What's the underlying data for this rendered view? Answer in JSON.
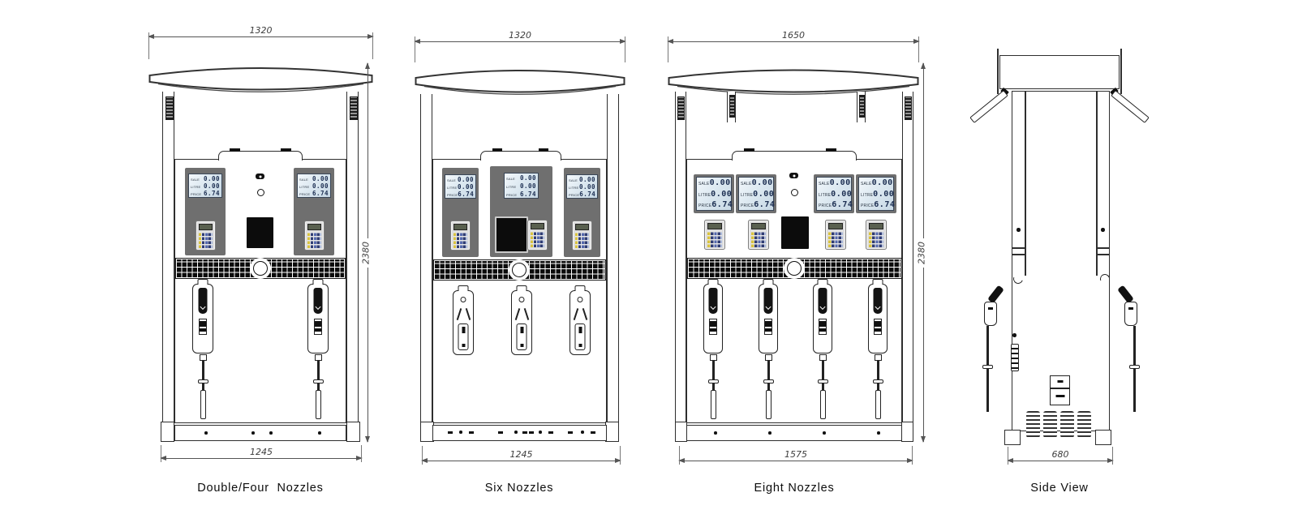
{
  "figure": {
    "background": "#ffffff",
    "captions": {
      "v1": "Double/Four  Nozzles",
      "v2": "Six Nozzles",
      "v3": "Eight Nozzles",
      "v4": "Side View"
    },
    "dimensions": {
      "v1_top": "1320",
      "v1_bottom": "1245",
      "v1_height": "2380",
      "v2_top": "1320",
      "v2_bottom": "1245",
      "v3_top": "1650",
      "v3_bottom": "1575",
      "v3_height": "2380",
      "v4_width": "680"
    },
    "lcd": {
      "rows": [
        {
          "label": "SALE",
          "value": "0.00"
        },
        {
          "label": "LITRE",
          "value": "0.00"
        },
        {
          "label": "PRICE",
          "value": "6.74"
        }
      ]
    },
    "colors": {
      "line": "#2e2e2e",
      "panel_gray": "#6f6f6f",
      "lcd_blue": "#dbe7f0",
      "grille_black": "#0b0b0b",
      "keypad_yellow": "#d8c23f",
      "keypad_blue": "#3d57a8"
    }
  }
}
